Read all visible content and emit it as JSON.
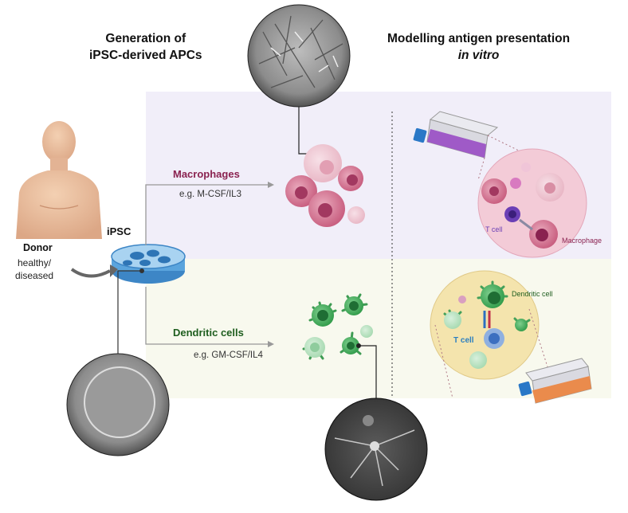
{
  "headings": {
    "left_line1": "Generation of",
    "left_line2": "iPSC-derived APCs",
    "right_line1": "Modelling antigen presentation",
    "right_line2": "in vitro"
  },
  "donor": {
    "label": "Donor",
    "status_line1": "healthy/",
    "status_line2": "diseased"
  },
  "ipsc": {
    "label": "iPSC"
  },
  "macrophage_branch": {
    "title": "Macrophages",
    "factors": "e.g. M-CSF/IL3",
    "inset_tcell": "T cell",
    "inset_macrophage": "Macrophage"
  },
  "dendritic_branch": {
    "title": "Dendritic cells",
    "factors": "e.g. GM-CSF/IL4",
    "inset_dendritic": "Dendritic cell",
    "inset_tcell": "T cell"
  },
  "colors": {
    "macrophage_panel": "#f1eef9",
    "dendritic_panel": "#f8f9ee",
    "macrophage_text": "#8a2250",
    "dendritic_text": "#1f5e1f",
    "tcell_text": "#2c7fc0"
  }
}
